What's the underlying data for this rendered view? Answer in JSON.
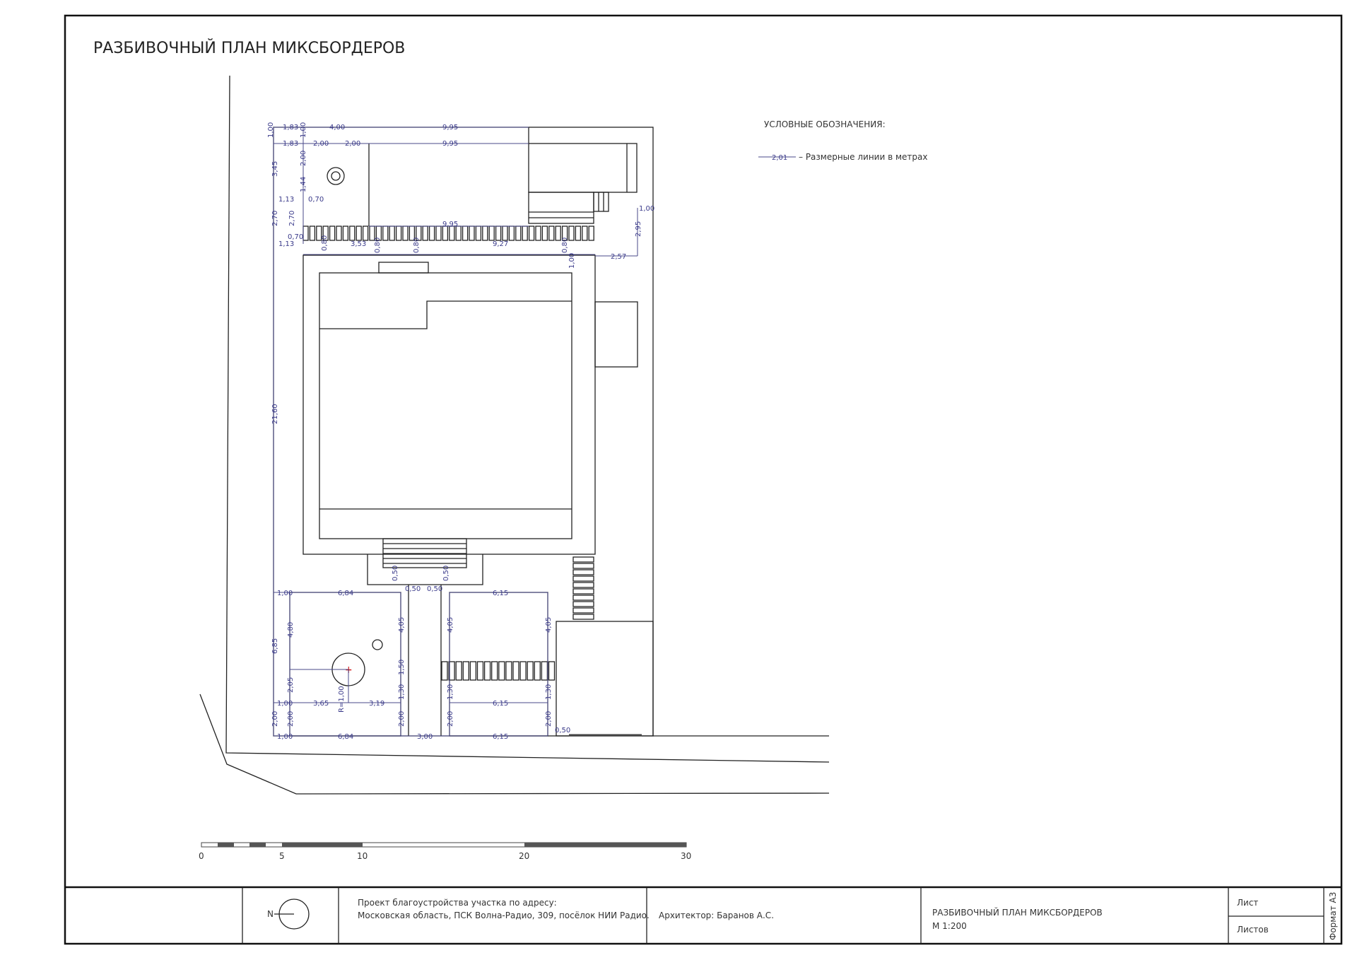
{
  "sheet": {
    "title": "РАЗБИВОЧНЫЙ ПЛАН МИКСБОРДЕРОВ"
  },
  "legend": {
    "title": "УСЛОВНЫЕ ОБОЗНАЧЕНИЯ:",
    "sample": "2,01",
    "description": "– Размерные линии в метрах"
  },
  "dims": [
    "1,83",
    "4,00",
    "9,95",
    "1,00",
    "1,83",
    "2,00",
    "2,00",
    "9,95",
    "1,00",
    "2,00",
    "3,45",
    "1,44",
    "1,13",
    "0,70",
    "2,70",
    "2,70",
    "0,70",
    "1,13",
    "9,95",
    "0,80",
    "3,53",
    "0,80",
    "0,80",
    "9,27",
    "0,80",
    "1,00",
    "2,57",
    "2,95",
    "1,00",
    "21,60",
    "0,50",
    "0,50",
    "0,50",
    "0,50",
    "1,00",
    "6,84",
    "6,15",
    "4,80",
    "4,05",
    "4,05",
    "4,05",
    "6,85",
    "1,50",
    "2,05",
    "R=1,00",
    "1,00",
    "3,65",
    "3,19",
    "1,30",
    "1,30",
    "1,30",
    "6,15",
    "2,00",
    "2,00",
    "2,00",
    "2,00",
    "2,00",
    "1,00",
    "6,84",
    "3,00",
    "6,15",
    "0,50"
  ],
  "scale_bar": {
    "labels": [
      "0",
      "5",
      "10",
      "20",
      "30"
    ]
  },
  "title_block": {
    "north": "N",
    "project_line1": "Проект благоустройства участка по адресу:",
    "project_line2": "Московская область, ПСК Волна-Радио, 309, посёлок НИИ Радио.",
    "architect": "Архитектор: Баранов А.С.",
    "drawing_title": "РАЗБИВОЧНЫЙ ПЛАН МИКСБОРДЕРОВ",
    "scale": "М 1:200",
    "sheet_label": "Лист",
    "sheets_label": "Листов",
    "format": "Формат А3"
  }
}
